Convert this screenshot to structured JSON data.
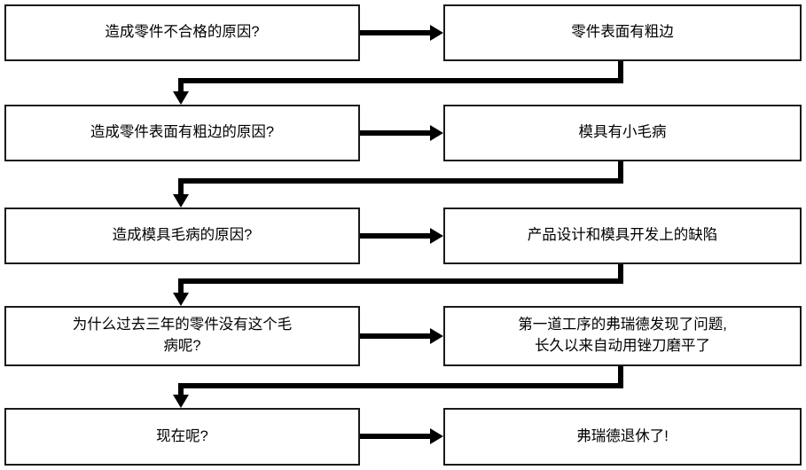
{
  "diagram": {
    "title": "5 Whys root cause analysis flowchart",
    "line_color": "#000000",
    "box_border_color": "#1a1a1a",
    "background": "#ffffff",
    "rows": [
      {
        "question": "造成零件不合格的原因?",
        "answer": "零件表面有粗边"
      },
      {
        "question": "造成零件表面有粗边的原因?",
        "answer": "模具有小毛病"
      },
      {
        "question": "造成模具毛病的原因?",
        "answer": "产品设计和模具开发上的缺陷"
      },
      {
        "question": "为什么过去三年的零件没有这个毛\n病呢?",
        "answer": "第一道工序的弗瑞德发现了问题,\n长久以来自动用锉刀磨平了"
      },
      {
        "question": "现在呢?",
        "answer": "弗瑞德退休了!"
      }
    ],
    "connectors": {
      "forward_arrow": "arrow-right-icon",
      "feedback_arrow": "arrow-down-icon"
    }
  }
}
